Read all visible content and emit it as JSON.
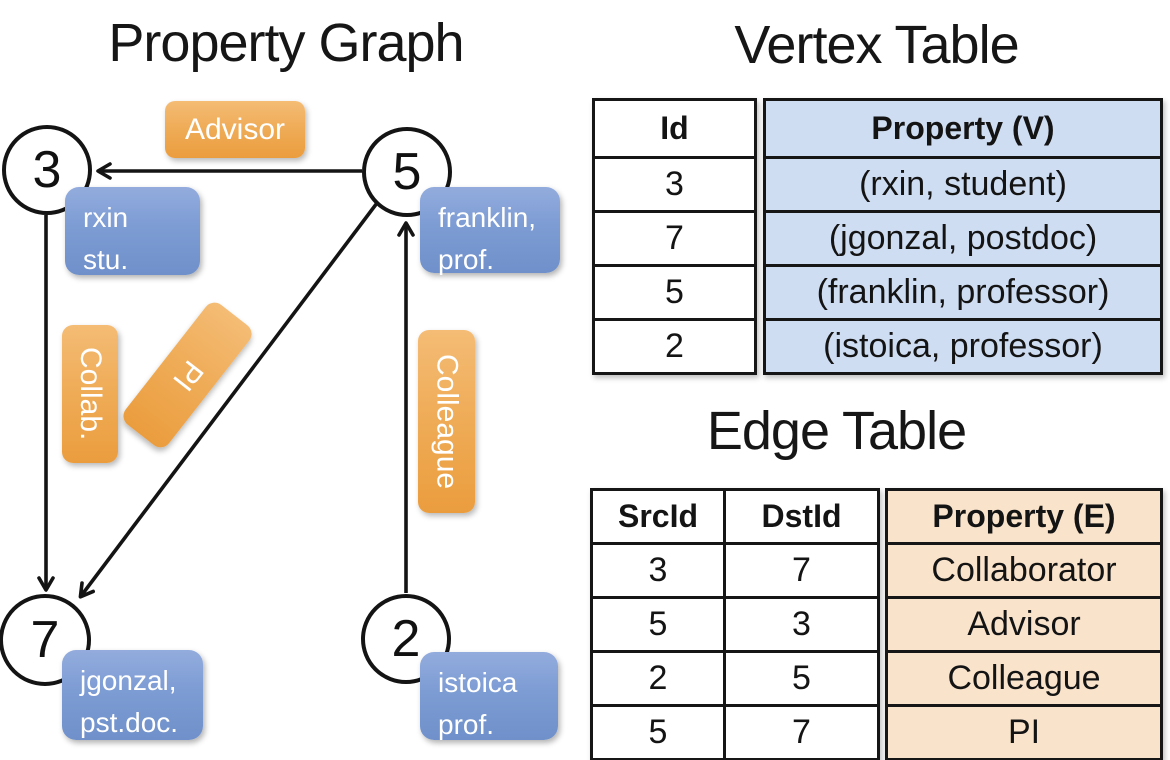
{
  "graph": {
    "title": "Property Graph",
    "nodes": [
      {
        "id": "3",
        "prop_line1": "rxin",
        "prop_line2": "stu."
      },
      {
        "id": "5",
        "prop_line1": "franklin,",
        "prop_line2": "prof."
      },
      {
        "id": "7",
        "prop_line1": "jgonzal,",
        "prop_line2": "pst.doc."
      },
      {
        "id": "2",
        "prop_line1": "istoica",
        "prop_line2": "prof."
      }
    ],
    "edges": [
      {
        "label": "Advisor",
        "src": "5",
        "dst": "3"
      },
      {
        "label": "Collab.",
        "src": "3",
        "dst": "7"
      },
      {
        "label": "PI",
        "src": "5",
        "dst": "7"
      },
      {
        "label": "Colleague",
        "src": "2",
        "dst": "5"
      }
    ]
  },
  "vertex_table": {
    "title": "Vertex Table",
    "columns": {
      "id": "Id",
      "property": "Property (V)"
    },
    "rows": [
      {
        "id": "3",
        "property": "(rxin, student)"
      },
      {
        "id": "7",
        "property": "(jgonzal, postdoc)"
      },
      {
        "id": "5",
        "property": "(franklin, professor)"
      },
      {
        "id": "2",
        "property": "(istoica, professor)"
      }
    ]
  },
  "edge_table": {
    "title": "Edge Table",
    "columns": {
      "src": "SrcId",
      "dst": "DstId",
      "property": "Property (E)"
    },
    "rows": [
      {
        "src": "3",
        "dst": "7",
        "property": "Collaborator"
      },
      {
        "src": "5",
        "dst": "3",
        "property": "Advisor"
      },
      {
        "src": "2",
        "dst": "5",
        "property": "Colleague"
      },
      {
        "src": "5",
        "dst": "7",
        "property": "PI"
      }
    ]
  },
  "colors": {
    "node_fill": "#ffffff",
    "node_stroke": "#141414",
    "vertex_box_top": "#93acdd",
    "vertex_box_bottom": "#6f90ca",
    "edge_label_top": "#f4bc75",
    "edge_label_bottom": "#eb9d3e",
    "vertex_table_fill": "#cfddf2",
    "edge_table_fill": "#f9e3cb"
  }
}
